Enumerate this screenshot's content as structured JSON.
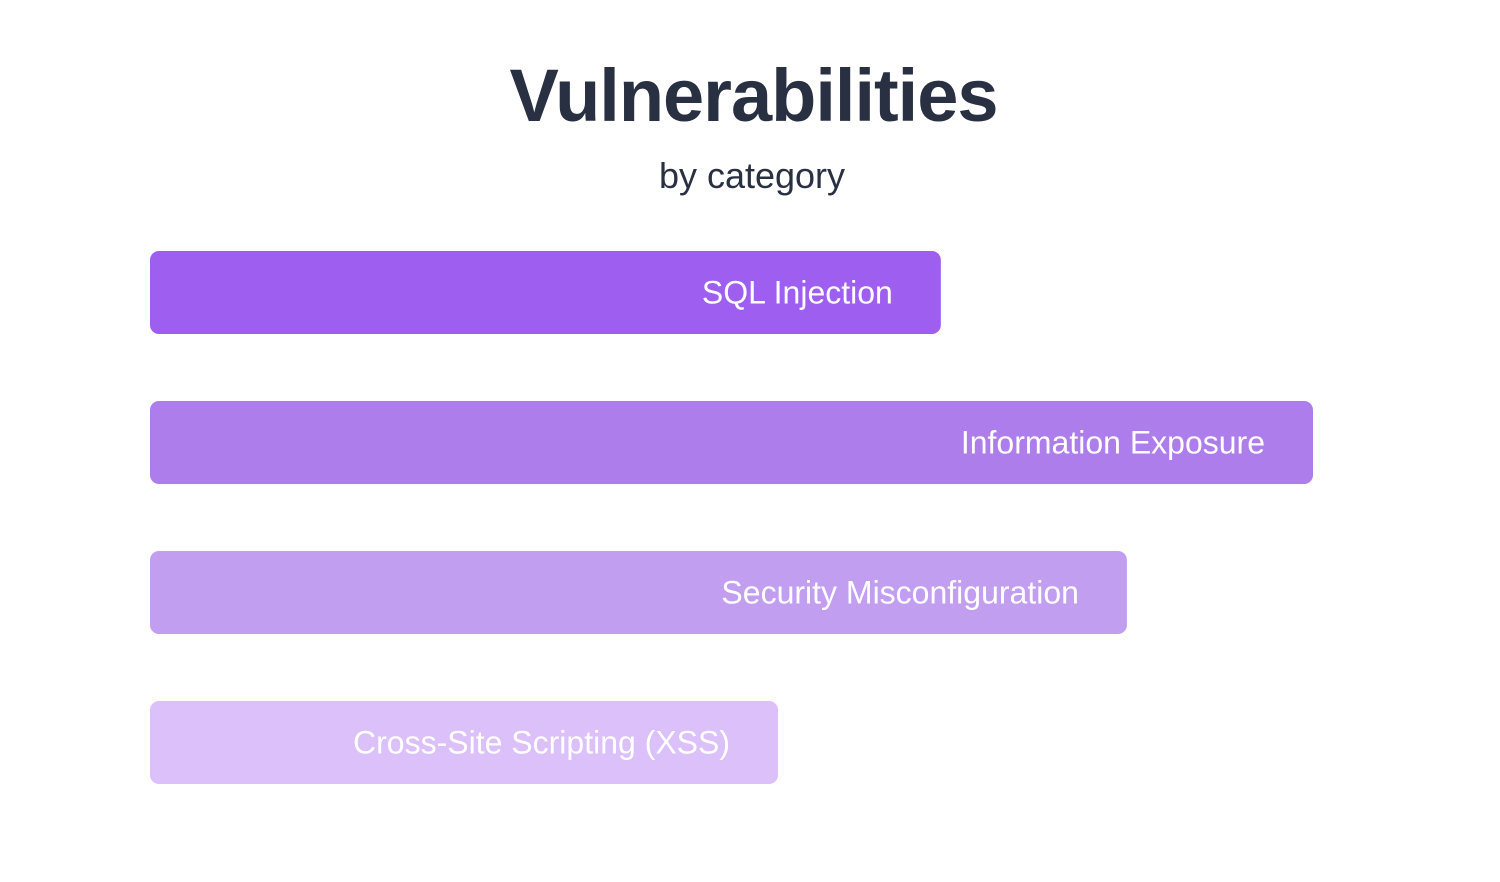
{
  "chart_data": {
    "type": "bar",
    "orientation": "horizontal",
    "title": "Vulnerabilities",
    "subtitle": "by category",
    "categories": [
      "SQL Injection",
      "Information Exposure",
      "Security Misconfiguration",
      "Cross-Site Scripting (XSS)"
    ],
    "values": [
      0.68,
      1.0,
      0.84,
      0.54
    ],
    "value_scale": "relative to largest bar",
    "colors": [
      "#9e5ff1",
      "#ad7deb",
      "#c29ef0",
      "#dbc0f9"
    ],
    "label_color": "#ffffff",
    "axes": "none",
    "grid": false,
    "legend": "none"
  }
}
